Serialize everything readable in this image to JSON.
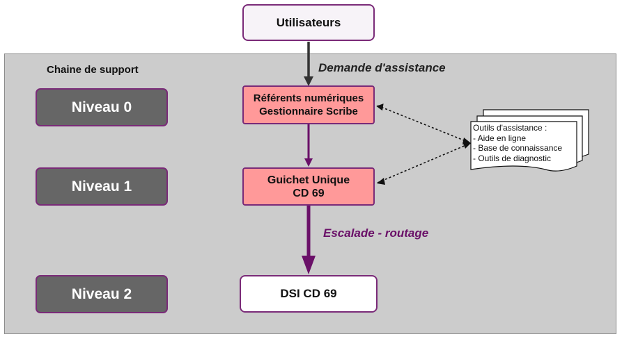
{
  "title": "Chaine de support",
  "top_box": "Utilisateurs",
  "arrow_labels": {
    "demande": "Demande d'assistance",
    "escalade": "Escalade - routage"
  },
  "levels": [
    {
      "label": "Niveau 0"
    },
    {
      "label": "Niveau 1"
    },
    {
      "label": "Niveau 2"
    }
  ],
  "nodes": {
    "referents": {
      "line1": "Référents numériques",
      "line2": "Gestionnaire Scribe"
    },
    "guichet": {
      "line1": "Guichet Unique",
      "line2": "CD 69"
    },
    "dsi": "DSI CD 69"
  },
  "tools_doc": {
    "heading": "Outils d'assistance :",
    "items": [
      "- Aide en ligne",
      "- Base de connaissance",
      "- Outils de diagnostic"
    ]
  },
  "colors": {
    "panel_bg": "#cccccc",
    "level_box_bg": "#666666",
    "node_pink": "#ff9999",
    "border_purple": "#7a2a78",
    "escalade_arrow": "#6a1068",
    "demande_arrow": "#333333"
  }
}
